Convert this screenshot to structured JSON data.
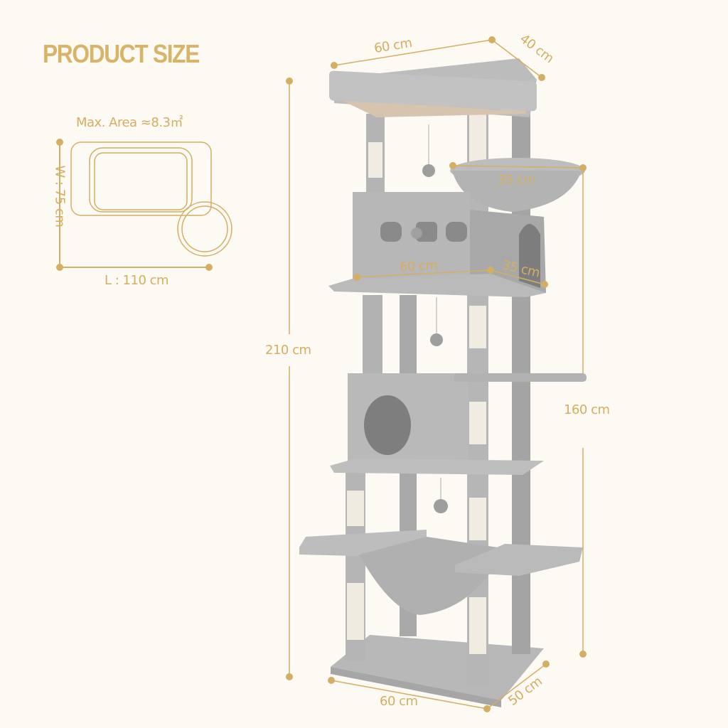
{
  "header": {
    "title": "PRODUCT SIZE"
  },
  "footprint": {
    "area_label": "Max. Area ≈8.3㎡",
    "width_label": "W : 75 cm",
    "length_label": "L : 110 cm"
  },
  "dimensions": {
    "top_perch_length": "60 cm",
    "top_perch_depth": "40 cm",
    "basket_diameter": "35 cm",
    "condo_length": "60 cm",
    "condo_depth": "35 cm",
    "total_height": "210 cm",
    "mid_height": "160 cm",
    "base_length": "60 cm",
    "base_depth": "50 cm"
  },
  "colors": {
    "accent": "#d4ae62",
    "background": "#fdfaf3",
    "plush": "#b9b9b9",
    "plush_dark": "#9e9e9e",
    "sisal": "#f1ede2",
    "board": "#d9c7b3"
  }
}
